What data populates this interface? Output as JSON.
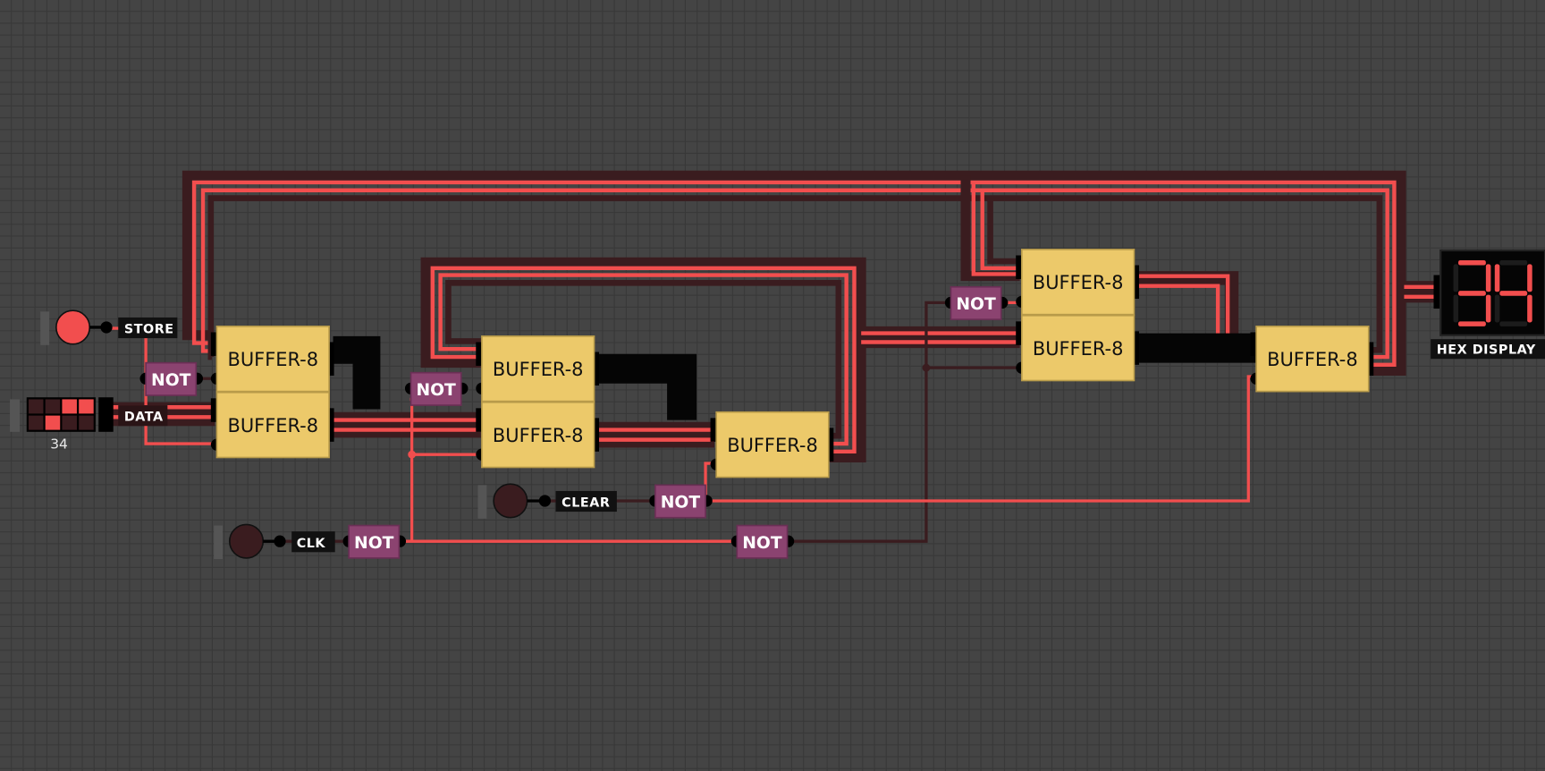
{
  "colors": {
    "background": "#3f3f3f",
    "grid": "#353535",
    "wire_on": "#f24e4e",
    "wire_off": "#3a1c1f",
    "buffer_fill": "#ecc96a",
    "not_fill": "#8b4370",
    "bus_black": "#050505"
  },
  "inputs": {
    "store": {
      "label": "STORE",
      "state": "on"
    },
    "data": {
      "label": "DATA",
      "value": "34",
      "bits_top": [
        0,
        0,
        1,
        1
      ],
      "bits_bottom": [
        0,
        1,
        0,
        0
      ]
    },
    "clear": {
      "label": "CLEAR",
      "state": "off"
    },
    "clk": {
      "label": "CLK",
      "state": "off"
    }
  },
  "gates": {
    "buffer_label": "BUFFER-8",
    "not_label": "NOT"
  },
  "output": {
    "label": "HEX DISPLAY",
    "digits": [
      "3",
      "4"
    ]
  }
}
